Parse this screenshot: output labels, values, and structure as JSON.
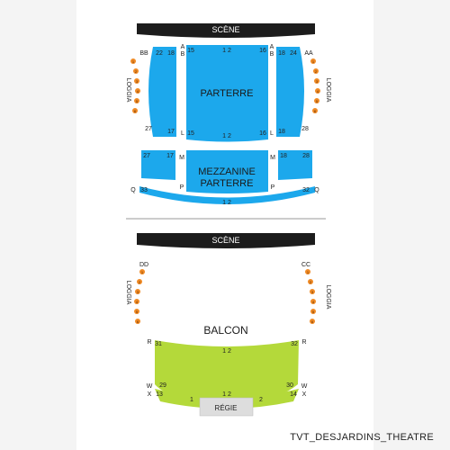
{
  "venue": {
    "footer": "TVT_DESJARDINS_THEATRE"
  },
  "colors": {
    "stage": "#1c1c1c",
    "parterre": "#1ca8ec",
    "mezzanine": "#1ca8ec",
    "balcon": "#b4d93a",
    "loggia_seat": "#f08a24",
    "regie": "#dddddd",
    "divider": "#999999"
  },
  "upper": {
    "stage": "SCÈNE",
    "parterre": {
      "label": "PARTERRE",
      "row_top_left": "A",
      "row_top_left2": "B",
      "row_top_right": "A",
      "row_top_right2": "B",
      "row_bottom_left": "L",
      "row_bottom_right": "L",
      "seat_top_left": "15",
      "seat_top_right": "16",
      "seat_top_center": "1 2",
      "seat_bottom_left": "15",
      "seat_bottom_right": "16",
      "seat_bottom_center": "1 2",
      "left_row": "BB",
      "left_top_num": "22",
      "left_edge_num": "18",
      "left_bottom_num": "27",
      "left_bottom_edge": "17",
      "right_row": "AA",
      "right_top_num": "24",
      "right_edge_num": "18",
      "right_bottom_num": "28",
      "right_bottom_edge": "18"
    },
    "loggia_left": "LOGGIA",
    "loggia_right": "LOGGIA",
    "loggia_left_seats": [
      "1",
      "2",
      "3",
      "4",
      "5",
      "6"
    ],
    "loggia_right_seats": [
      "1",
      "2",
      "3",
      "4",
      "5",
      "6"
    ],
    "mezzanine": {
      "label_line1": "MEZZANINE",
      "label_line2": "PARTERRE",
      "left_num": "27",
      "left_edge": "17",
      "row_m_left": "M",
      "row_p_left": "P",
      "right_num": "28",
      "right_edge": "18",
      "row_m_right": "M",
      "row_p_right": "P",
      "seat_center": "1 2",
      "curve_left": "33",
      "curve_right": "32",
      "curve_left_letter": "Q",
      "curve_right_letter": "Q"
    }
  },
  "lower": {
    "stage": "SCÈNE",
    "loggia_left": "LOGGIA",
    "loggia_right": "LOGGIA",
    "loggia_left_row": "DD",
    "loggia_right_row": "CC",
    "loggia_left_seats": [
      "1",
      "2",
      "3",
      "4",
      "5",
      "6"
    ],
    "loggia_right_seats": [
      "1",
      "2",
      "3",
      "4",
      "5",
      "6"
    ],
    "balcon": {
      "label": "BALCON",
      "row_top_left": "R",
      "row_top_right": "R",
      "seat_top_left": "31",
      "seat_top_right": "32",
      "seat_top_center": "1 2",
      "row_w_left": "W",
      "row_x_left": "X",
      "row_w_right": "W",
      "row_x_right": "X",
      "seat_w_left": "29",
      "seat_x_left": "13",
      "seat_w_right": "30",
      "seat_x_right": "14",
      "seat_bottom_center": "1 2",
      "curve_left_num": "1",
      "curve_right_num": "2"
    },
    "regie": "RÉGIE"
  }
}
